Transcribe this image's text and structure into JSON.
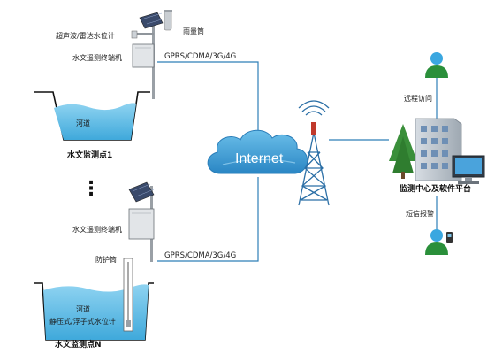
{
  "labels": {
    "sensor_radar": "超声波/雷达水位计",
    "rain_gauge": "雨量筒",
    "terminal_1": "水文遥测终端机",
    "river_1": "河道",
    "station_1": "水文监测点1",
    "dots": "⋮",
    "terminal_n": "水文遥测终端机",
    "pipe": "防护筒",
    "river_n": "河道",
    "sensor_pressure": "静压式/浮子式水位计",
    "station_n": "水文监测点N",
    "link_top": "GPRS/CDMA/3G/4G",
    "link_bottom": "GPRS/CDMA/3G/4G",
    "internet": "Internet",
    "remote_access": "远程访问",
    "center": "监测中心及软件平台",
    "sms_alarm": "短信报警"
  },
  "icons": {
    "solar_panel": "solar-panel-icon",
    "tower": "cell-tower-icon",
    "cloud": "cloud-icon",
    "building": "building-icon",
    "user": "user-icon",
    "mobile_user": "mobile-user-icon",
    "computer": "computer-icon"
  },
  "colors": {
    "line": "#2e7fb8",
    "water": "#6ec6ec",
    "cloud": "#3f9bd1",
    "tower": "#2b6fa6",
    "user": "#3aa7e0",
    "user_body": "#2a8f3a",
    "tree": "#3a8f3a"
  }
}
